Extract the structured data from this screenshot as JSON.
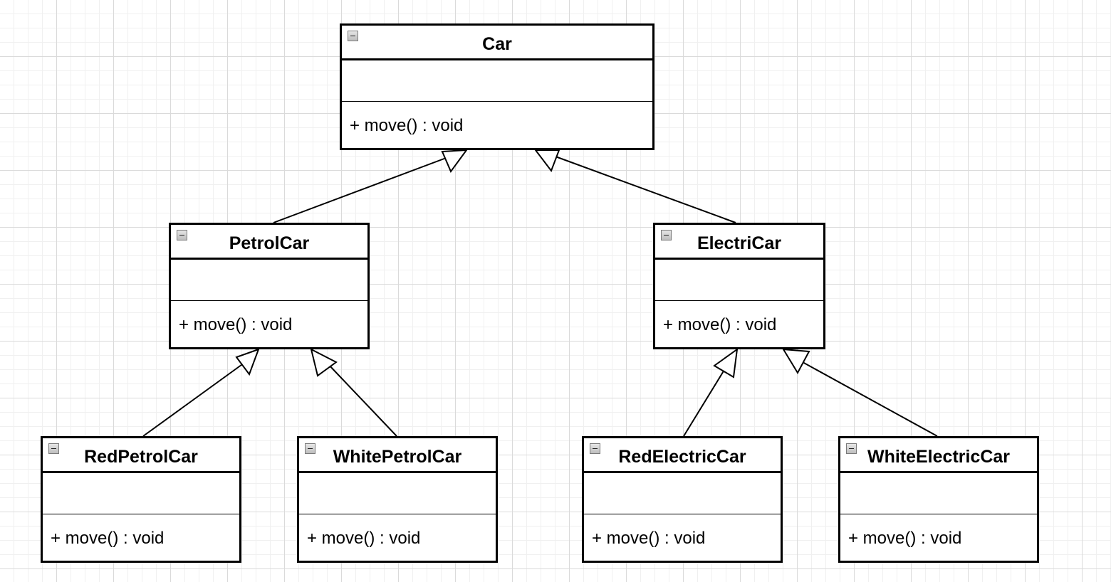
{
  "diagram": {
    "type": "uml-class-diagram",
    "classes": [
      {
        "id": "car",
        "name": "Car",
        "operation": "+ move() : void"
      },
      {
        "id": "petrol-car",
        "name": "PetrolCar",
        "operation": "+ move() : void"
      },
      {
        "id": "electric-car",
        "name": "ElectriCar",
        "operation": "+ move() : void"
      },
      {
        "id": "red-petrol-car",
        "name": "RedPetrolCar",
        "operation": "+ move() : void"
      },
      {
        "id": "white-petrol-car",
        "name": "WhitePetrolCar",
        "operation": "+ move() : void"
      },
      {
        "id": "red-electric-car",
        "name": "RedElectricCar",
        "operation": "+ move() : void"
      },
      {
        "id": "white-electric-car",
        "name": "WhiteElectricCar",
        "operation": "+ move() : void"
      }
    ],
    "generalizations": [
      {
        "child": "PetrolCar",
        "parent": "Car"
      },
      {
        "child": "ElectriCar",
        "parent": "Car"
      },
      {
        "child": "RedPetrolCar",
        "parent": "PetrolCar"
      },
      {
        "child": "WhitePetrolCar",
        "parent": "PetrolCar"
      },
      {
        "child": "RedElectricCar",
        "parent": "ElectriCar"
      },
      {
        "child": "WhiteElectricCar",
        "parent": "ElectriCar"
      }
    ],
    "colors": {
      "line": "#000000",
      "fill": "#ffffff",
      "grid": "#dadada"
    },
    "grid": true,
    "icons": [
      "collapse-icon"
    ]
  }
}
